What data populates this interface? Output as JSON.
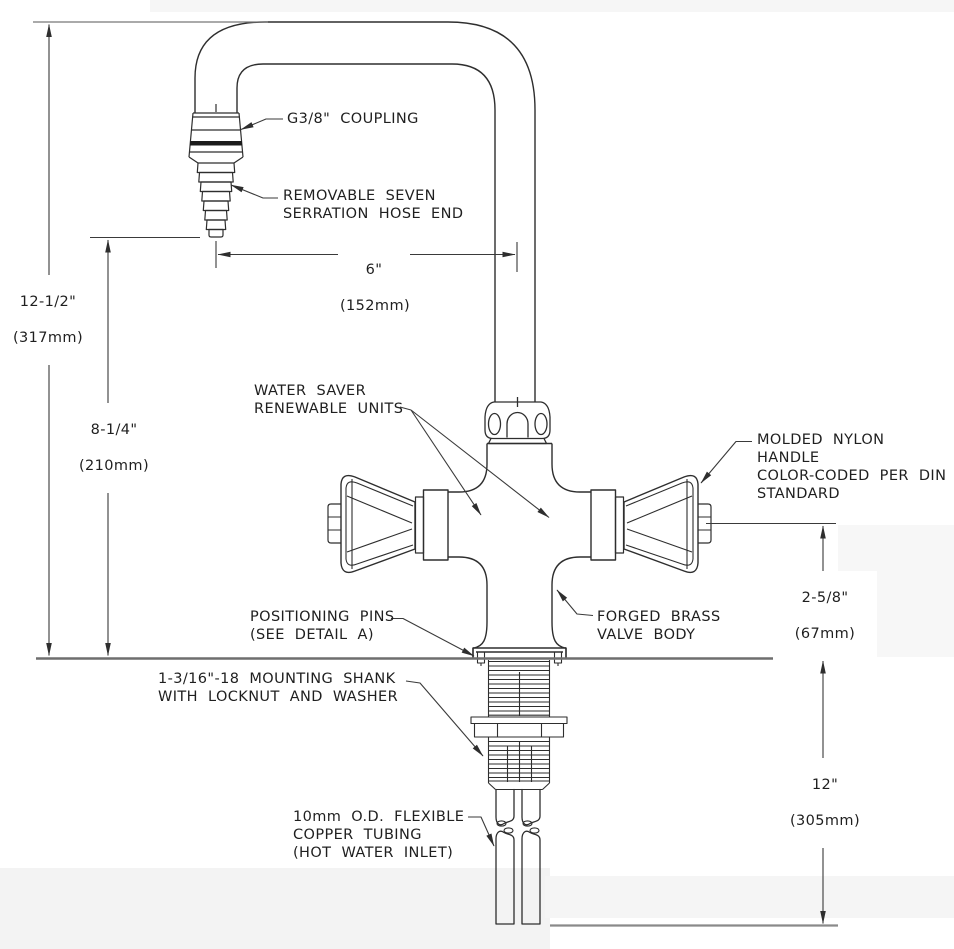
{
  "drawing": {
    "ink_color": "#2e2e2e",
    "deck_line_color": "#6e6e6e",
    "callouts": {
      "coupling": "G3/8\" COUPLING",
      "hose_end": "REMOVABLE SEVEN\nSERRATION HOSE END",
      "water_saver": "WATER SAVER\nRENEWABLE UNITS",
      "handle": "MOLDED NYLON HANDLE\nCOLOR-CODED PER DIN\nSTANDARD",
      "positioning_pins": "POSITIONING PINS\n(SEE DETAIL A)",
      "valve_body": "FORGED BRASS\nVALVE BODY",
      "mounting_shank": "1-3/16\"-18 MOUNTING SHANK\nWITH LOCKNUT AND WASHER",
      "copper_tubing": "10mm O.D. FLEXIBLE\nCOPPER TUBING\n(HOT WATER INLET)"
    },
    "dimensions": {
      "spout_reach": {
        "in": "6\"",
        "mm": "(152mm)"
      },
      "overall_height": {
        "in": "12-1/2\"",
        "mm": "(317mm)"
      },
      "spout_height": {
        "in": "8-1/4\"",
        "mm": "(210mm)"
      },
      "handle_to_deck": {
        "in": "2-5/8\"",
        "mm": "(67mm)"
      },
      "tubing_length": {
        "in": "12\"",
        "mm": "(305mm)"
      }
    }
  }
}
